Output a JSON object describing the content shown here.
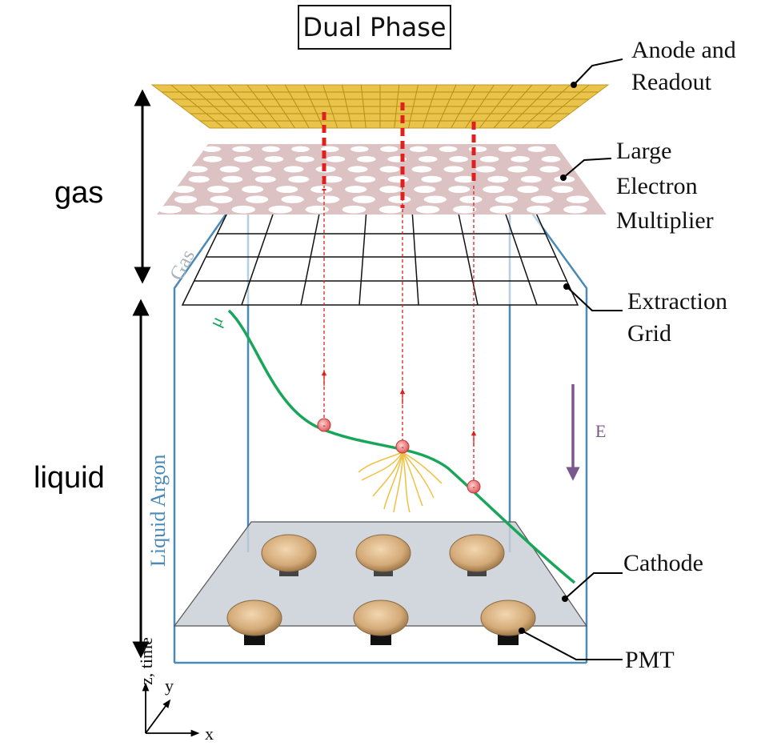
{
  "title": "Dual Phase",
  "side_labels": {
    "gas": "gas",
    "liquid": "liquid"
  },
  "component_labels": {
    "anode": [
      "Anode and",
      "Readout"
    ],
    "lem": [
      "Large",
      "Electron",
      "Multiplier"
    ],
    "extraction": [
      "Extraction",
      "Grid"
    ],
    "cathode": "Cathode",
    "pmt": "PMT"
  },
  "inner_labels": {
    "gas_region": "Gas",
    "liquid_region": "Liquid Argon",
    "muon": "μ",
    "field": "E"
  },
  "axes": {
    "z": "z, time",
    "y": "y",
    "x": "x"
  },
  "colors": {
    "anode": "#e9c34a",
    "lem": "#dcc2c2",
    "box": "#4a8ab5",
    "muon_track": "#1aa65a",
    "drift": "#e0201e",
    "field_arrow": "#7a5a8c",
    "cathode": "#c9d0d7",
    "pmt": "#d9b078"
  }
}
